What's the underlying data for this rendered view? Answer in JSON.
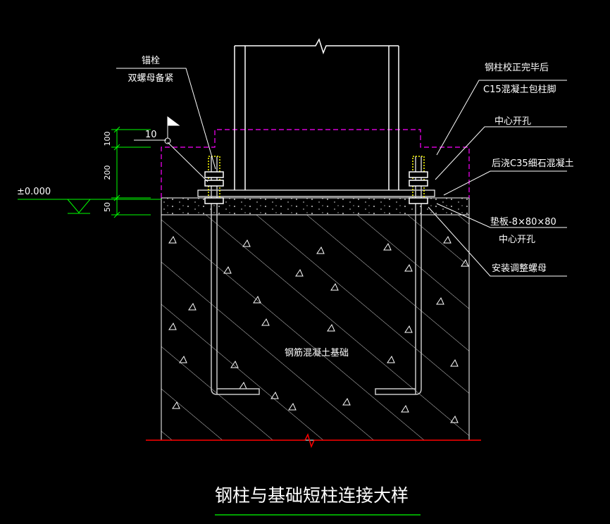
{
  "title": "钢柱与基础短柱连接大样",
  "labels": {
    "anchor_bolt": "锚栓",
    "double_nut": "双螺母备紧",
    "encase_line1": "钢柱校正完毕后",
    "encase_line2": "C15混凝土包柱脚",
    "center_hole_top": "中心开孔",
    "grout": "后浇C35细石混凝土",
    "shim_plate": "垫板-8×80×80",
    "center_hole_bottom": "中心开孔",
    "adjust_nut": "安装调整螺母",
    "foundation": "钢筋混凝土基础"
  },
  "elevation": "±0.000",
  "slope": "10",
  "dims": [
    "100",
    "200",
    "50"
  ],
  "colors": {
    "background": "#000000",
    "line": "#ffffff",
    "green": "#00ff00",
    "magenta": "#ff00ff",
    "red": "#ff0000",
    "yellow": "#ffff00",
    "bolt": "#c8c8c8"
  }
}
